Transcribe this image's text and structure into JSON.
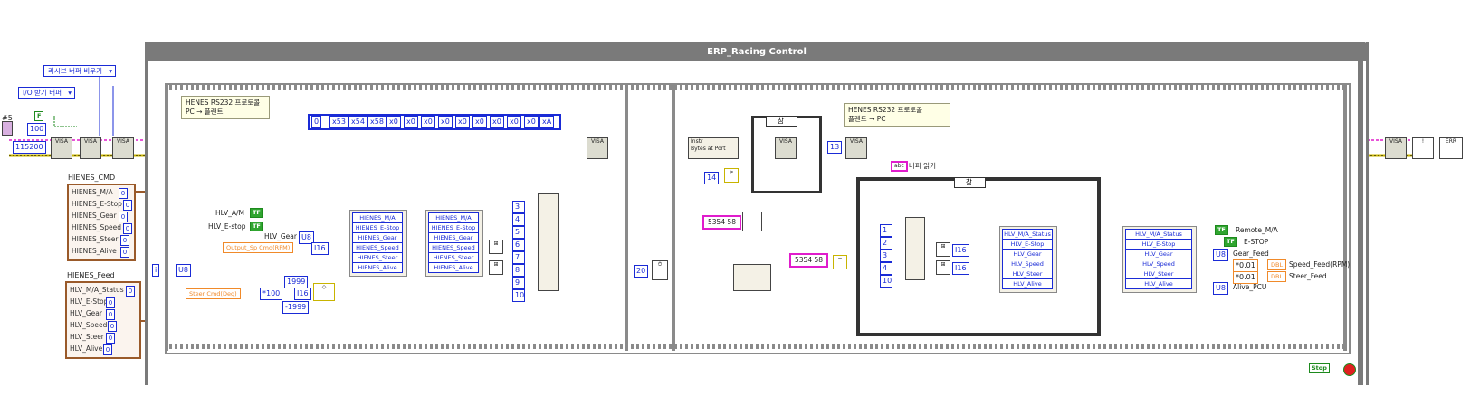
{
  "top_controls": {
    "rx_buffer_ring": "리시브 버퍼 비우기",
    "io_buffer_ring": "I/O 받기 버퍼",
    "bool_const": "F",
    "timeout_const": "100",
    "baud_const": "115200",
    "left_edge_label": "#5"
  },
  "frame": {
    "title": "ERP_Racing Control"
  },
  "notes": {
    "pc_to_plant": "HENES RS232 프로토콜\nPC → 플랜트",
    "plant_to_pc": "HENES RS232 프로토콜\n플랜트 → PC"
  },
  "array_const": [
    "0",
    "x53",
    "x54",
    "x58",
    "x0",
    "x0",
    "x0",
    "x0",
    "x0",
    "x0",
    "x0",
    "x0",
    "x0",
    "xA"
  ],
  "hienes_cmd": {
    "label": "HIENES_CMD",
    "rows": [
      "HIENES_M/A",
      "HIENES_E-Stop",
      "HIENES_Gear",
      "HIENES_Speed",
      "HIENES_Steer",
      "HIENES_Alive"
    ],
    "values": [
      "0",
      "0",
      "0",
      "0",
      "0",
      "0"
    ]
  },
  "hienes_feed": {
    "label": "HIENES_Feed",
    "rows": [
      "HLV_M/A_Status",
      "HLV_E-Stop",
      "HLV_Gear",
      "HLV_Speed",
      "HLV_Steer",
      "HLV_Alive"
    ],
    "values": [
      "0",
      "0",
      "0",
      "0",
      "0",
      "0"
    ]
  },
  "left_inputs": {
    "am_label": "HLV_A/M",
    "estop_label": "HLV_E-stop",
    "gear_label": "HLV_Gear",
    "speed_ctrl": "Output_Sp Cmd(RPM)",
    "steer_ctrl": "Steer Cmd(Deg)",
    "mult_const": "*100",
    "upper_limit": "1999",
    "lower_limit": "-1999",
    "tf_label": "TF",
    "i16": "I16",
    "u8": "U8"
  },
  "unbundle_left": [
    "HIENES_M/A",
    "HIENES_E-Stop",
    "HIENES_Gear",
    "HIENES_Speed",
    "HIENES_Steer",
    "HIENES_Alive"
  ],
  "bundle_left": [
    "HIENES_M/A",
    "HIENES_E-Stop",
    "HIENES_Gear",
    "HIENES_Speed",
    "HIENES_Steer",
    "HIENES_Alive"
  ],
  "index_left": [
    "3",
    "4",
    "5",
    "6",
    "7",
    "8",
    "9",
    "10"
  ],
  "wait_const": "20",
  "middle": {
    "bytes_at_port": "Bytes at Port",
    "visa_label": "Instr",
    "const_14": "14",
    "case_true": "참",
    "const_13": "13",
    "buffer_read": "버퍼 읽기",
    "pink_const_1": "5354 58",
    "pink_const_2": "5354 58"
  },
  "inner_case": {
    "selector": "참"
  },
  "index_right": [
    "1",
    "2",
    "3",
    "4",
    "10"
  ],
  "unbundle_right": [
    "HLV_M/A_Status",
    "HLV_E-Stop",
    "HLV_Gear",
    "HLV_Speed",
    "HLV_Steer",
    "HLV_Alive"
  ],
  "outputs": {
    "unbundle": [
      "HLV_M/A_Status",
      "HLV_E-Stop",
      "HLV_Gear",
      "HLV_Speed",
      "HLV_Steer",
      "HLV_Alive"
    ],
    "remote": "Remote_M/A",
    "estop": "E-STOP",
    "gear": "Gear_Feed",
    "speed": "Speed_Feed(RPM)",
    "steer": "Steer_Feed",
    "alive": "Alive_PCU",
    "scale": "*0.01",
    "dbl": "DBL"
  },
  "stop_button": "Stop",
  "colors": {
    "frame_gray": "#7a7a7a",
    "cluster_brown": "#9a5a2a",
    "wire_blue": "#1a2bd6",
    "wire_pink": "#e01ccc",
    "wire_orange": "#f08a2a",
    "wire_green": "#1d8a1d"
  }
}
